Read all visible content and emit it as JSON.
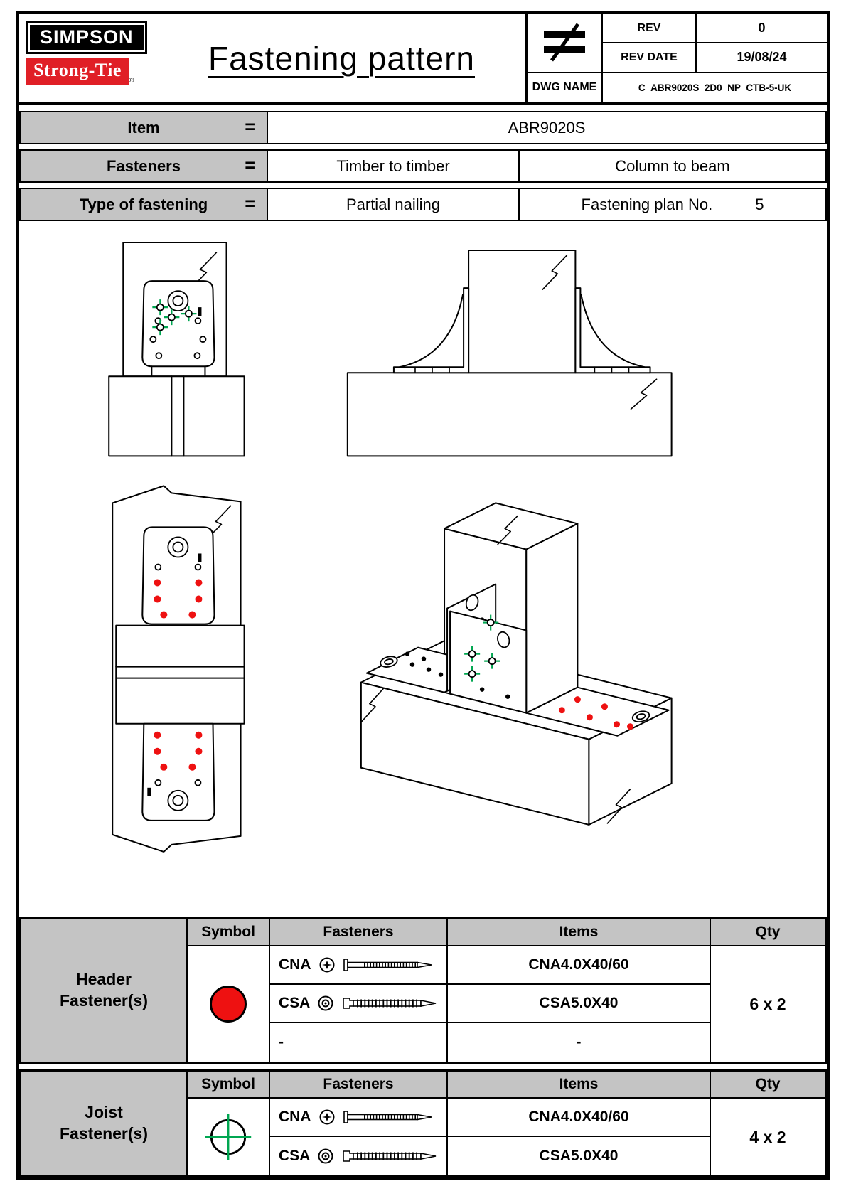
{
  "colors": {
    "header_fastener_red": "#ee1111",
    "joist_fastener_green": "#00a651",
    "table_gray": "#c4c4c4",
    "logo_red": "#e01f26"
  },
  "logo": {
    "line1": "SIMPSON",
    "line2": "Strong-Tie",
    "registered": "®"
  },
  "header": {
    "title": "Fastening pattern",
    "title_block": {
      "projection_symbol": "not-equal-icon",
      "rev_label": "REV",
      "rev_value": "0",
      "rev_date_label": "REV DATE",
      "rev_date_value": "19/08/24",
      "dwg_name_label": "DWG NAME",
      "dwg_name_value": "C_ABR9020S_2D0_NP_CTB-5-UK"
    }
  },
  "info_table": {
    "equals": "=",
    "rows": [
      {
        "label": "Item",
        "value": "ABR9020S"
      },
      {
        "label": "Fasteners",
        "value1": "Timber to timber",
        "value2": "Column to beam"
      },
      {
        "label": "Type of fastening",
        "value1": "Partial nailing",
        "plan_label": "Fastening plan No.",
        "plan_value": "5"
      }
    ]
  },
  "fastener_tables": [
    {
      "row_label_line1": "Header",
      "row_label_line2": "Fastener(s)",
      "columns": [
        "Symbol",
        "Fasteners",
        "Items",
        "Qty"
      ],
      "symbol": "red-filled-circle",
      "qty": "6 x 2",
      "rows": [
        {
          "fastener": "CNA",
          "item": "CNA4.0X40/60"
        },
        {
          "fastener": "CSA",
          "item": "CSA5.0X40"
        },
        {
          "fastener": "-",
          "item": "-"
        }
      ]
    },
    {
      "row_label_line1": "Joist",
      "row_label_line2": "Fastener(s)",
      "columns": [
        "Symbol",
        "Fasteners",
        "Items",
        "Qty"
      ],
      "symbol": "green-crosshair-circle",
      "qty": "4 x 2",
      "rows": [
        {
          "fastener": "CNA",
          "item": "CNA4.0X40/60"
        },
        {
          "fastener": "CSA",
          "item": "CSA5.0X40"
        }
      ]
    }
  ]
}
